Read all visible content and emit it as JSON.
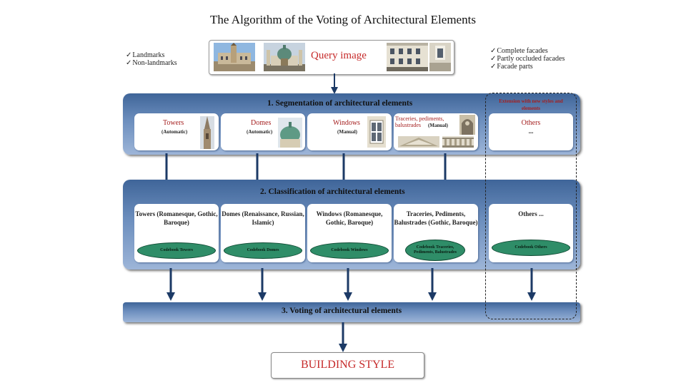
{
  "title": "The Algorithm of the Voting of Architectural Elements",
  "left_checklist": [
    "Landmarks",
    "Non-landmarks"
  ],
  "right_checklist": [
    "Complete facades",
    "Partly occluded facades",
    "Facade parts"
  ],
  "query_label": "Query image",
  "extension_label": "Extension with new styles and elements",
  "stage1": {
    "title": "1. Segmentation of architectural elements",
    "cards": [
      {
        "name": "Towers",
        "sub": "(Automatic)"
      },
      {
        "name": "Domes",
        "sub": "(Automatic)"
      },
      {
        "name": "Windows",
        "sub": "(Manual)"
      },
      {
        "name": "Traceries, pediments, balustrades",
        "sub": "(Manual)"
      },
      {
        "name": "Others",
        "sub": "..."
      }
    ]
  },
  "stage2": {
    "title": "2. Classification of architectural elements",
    "cards": [
      {
        "text": "Towers (Romanesque, Gothic, Baroque)",
        "codebook": "Codebook Towers"
      },
      {
        "text": "Domes (Renaissance, Russian, Islamic)",
        "codebook": "Codebook Domes"
      },
      {
        "text": "Windows (Romanesque, Gothic, Baroque)",
        "codebook": "Codebook Windows"
      },
      {
        "text": "Traceries, Pediments, Balustrades (Gothic, Baroque)",
        "codebook": "Codebook Traceries, Pediments, Balustrades"
      },
      {
        "text": "Others ...",
        "codebook": "Codebook Others"
      }
    ]
  },
  "stage3": {
    "title": "3. Voting of architectural elements"
  },
  "output_label": "BUILDING STYLE",
  "colors": {
    "band_dark": "#3f6599",
    "band_light": "#9db5d8",
    "accent_red": "#c62a2a",
    "codebook_green": "#2f8d68",
    "arrow": "#1c3a66"
  }
}
